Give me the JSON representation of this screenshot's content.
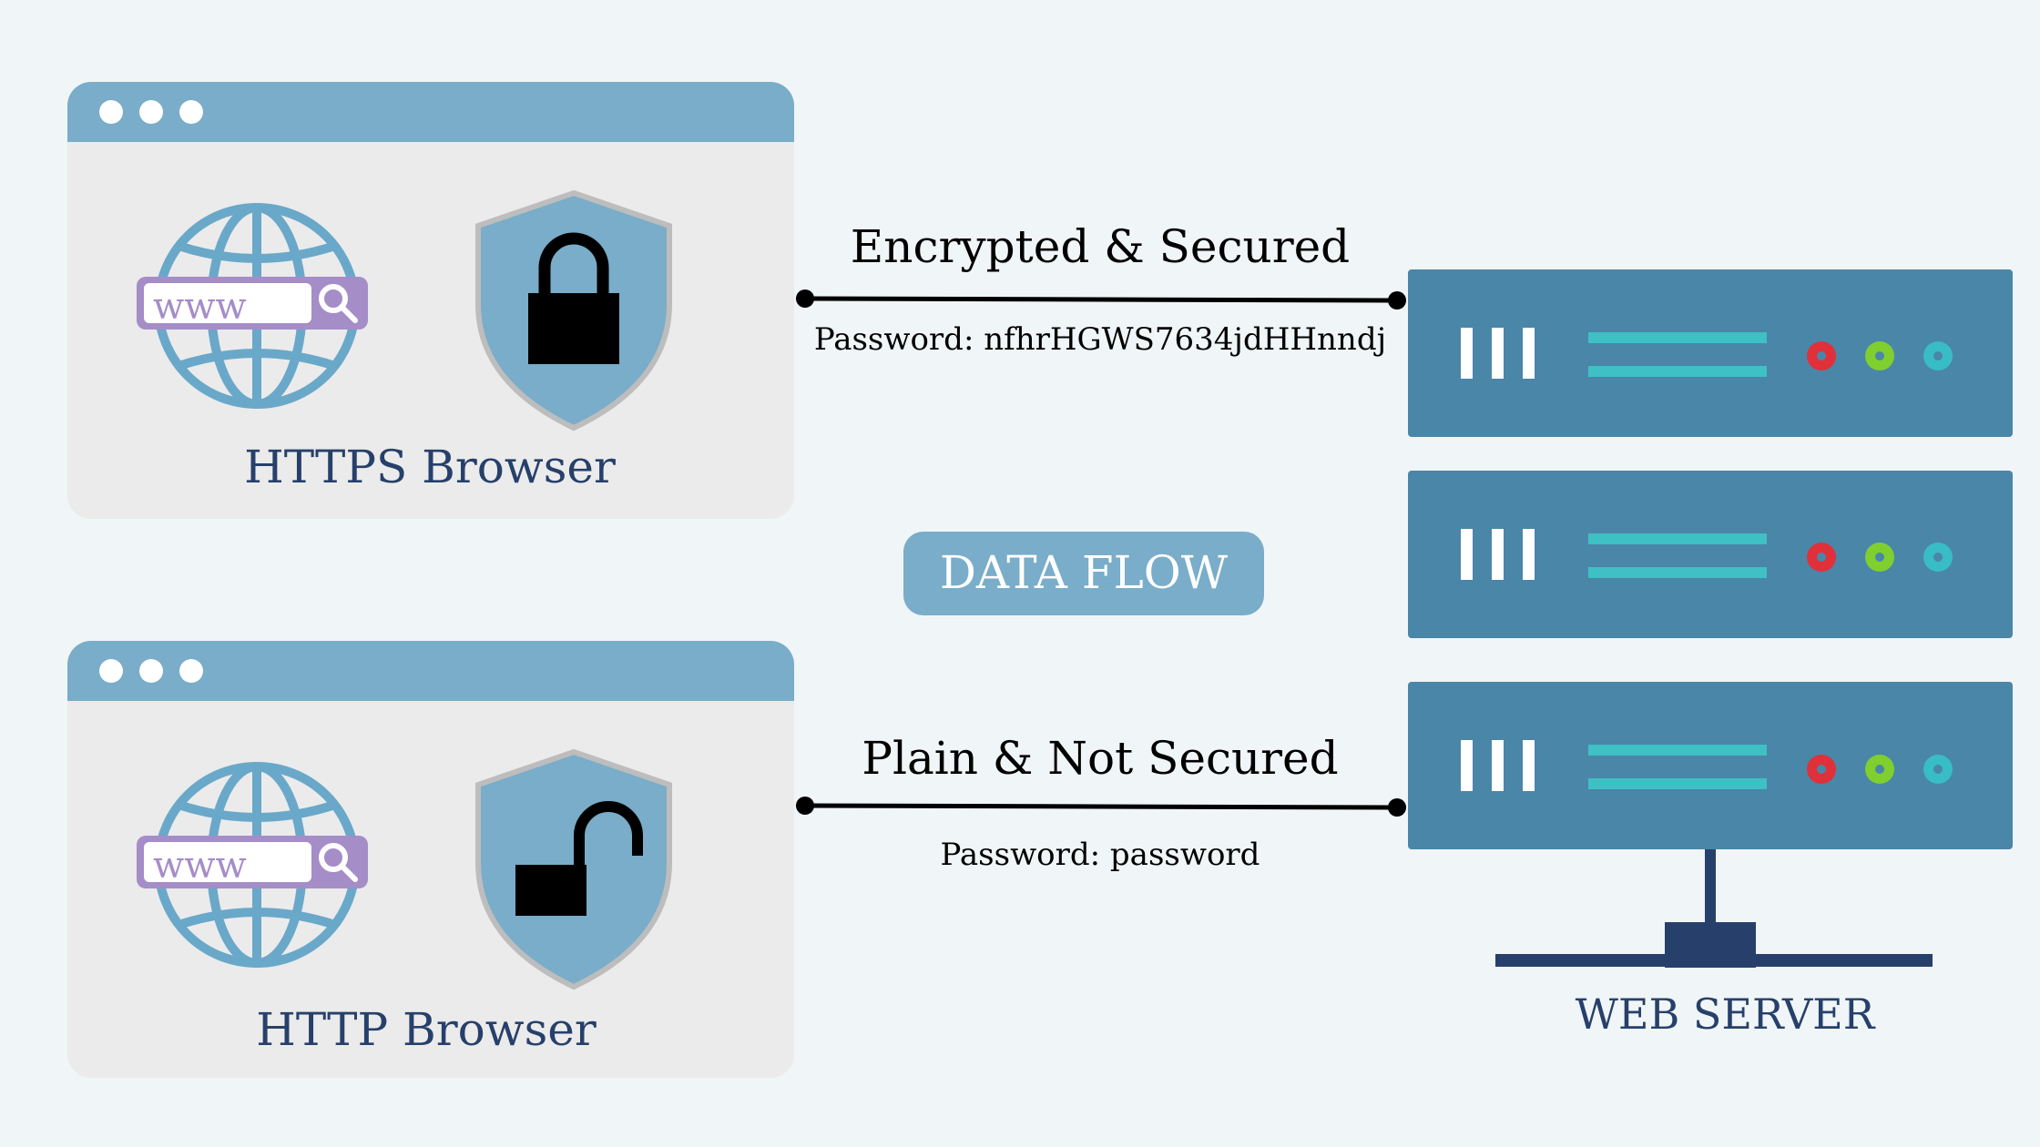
{
  "diagram": {
    "browsers": [
      {
        "id": "https",
        "label": "HTTPS Browser",
        "url_text": "www",
        "lock": "closed"
      },
      {
        "id": "http",
        "label": "HTTP Browser",
        "url_text": "www",
        "lock": "open"
      }
    ],
    "connections": [
      {
        "id": "secure",
        "heading": "Encrypted & Secured",
        "detail": "Password: nfhrHGWS7634jdHHnndj"
      },
      {
        "id": "plain",
        "heading": "Plain & Not Secured",
        "detail": "Password: password"
      }
    ],
    "center_badge": "DATA FLOW",
    "server_label": "WEB SERVER",
    "colors": {
      "background": "#f0f5f7",
      "window_header": "#79adc9",
      "window_body": "#ebebeb",
      "globe": "#6aa8c9",
      "url_bar": "#a58dc8",
      "shield": "#79adc9",
      "shield_border": "#bdbdbd",
      "server": "#4a86a8",
      "server_line": "#3fc0c5",
      "label_navy": "#27406b",
      "badge": "#79adc9",
      "led_red": "#e0303a",
      "led_green": "#7fcf2e",
      "led_teal": "#38bcc6"
    }
  }
}
